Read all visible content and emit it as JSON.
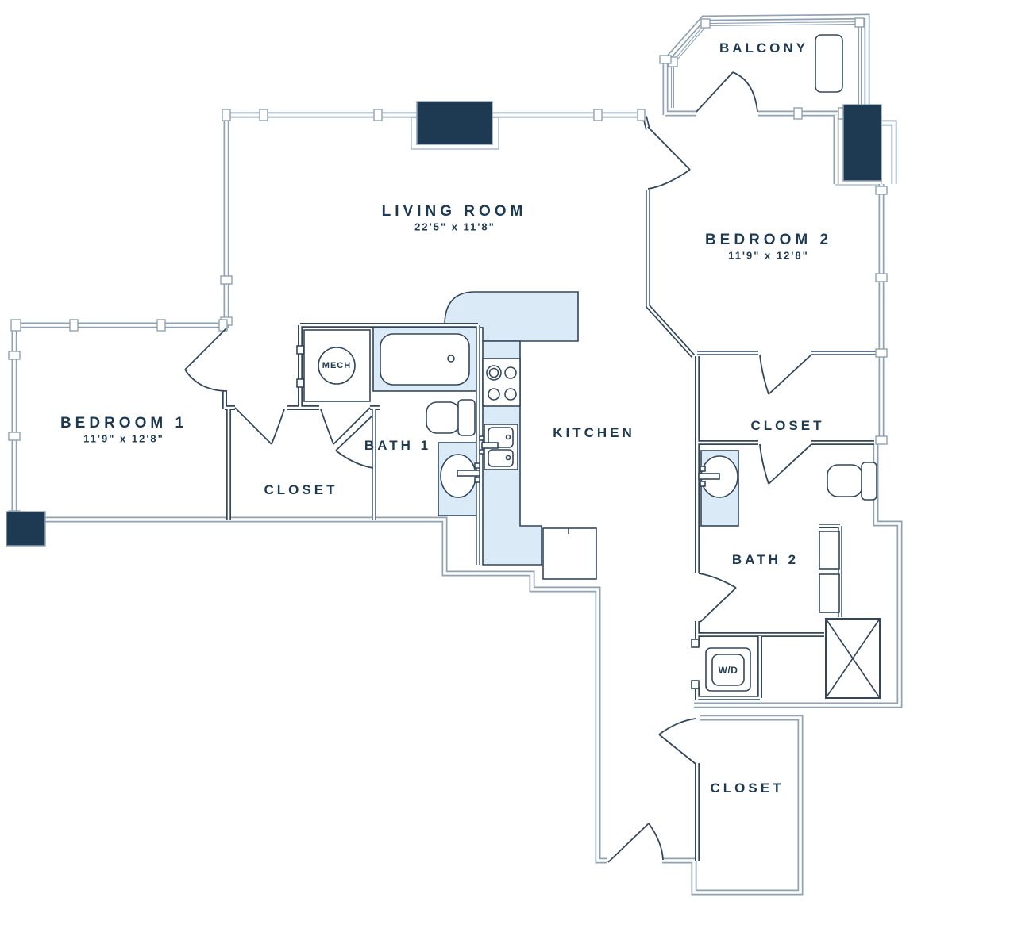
{
  "floor_plan": {
    "rooms": {
      "balcony": {
        "name": "BALCONY"
      },
      "living_room": {
        "name": "LIVING ROOM",
        "dimensions": "22'5\" x 11'8\""
      },
      "bedroom_2": {
        "name": "BEDROOM 2",
        "dimensions": "11'9\" x 12'8\""
      },
      "bedroom_1": {
        "name": "BEDROOM 1",
        "dimensions": "11'9\" x 12'8\""
      },
      "bath_1": {
        "name": "BATH 1"
      },
      "bath_2": {
        "name": "BATH 2"
      },
      "kitchen": {
        "name": "KITCHEN"
      },
      "closet_near_bedroom_1": {
        "name": "CLOSET"
      },
      "closet_near_bedroom_2": {
        "name": "CLOSET"
      },
      "entry_closet": {
        "name": "CLOSET"
      },
      "mechanical": {
        "name": "MECH"
      },
      "washer_dryer": {
        "name": "W/D"
      }
    },
    "colors": {
      "wall_outer": "#8fa2b4",
      "wall_inner": "#33475c",
      "column_fill": "#1d3a52",
      "counter_fill": "#daeaf7",
      "label_text": "#1d3a52",
      "background": "#ffffff"
    }
  }
}
